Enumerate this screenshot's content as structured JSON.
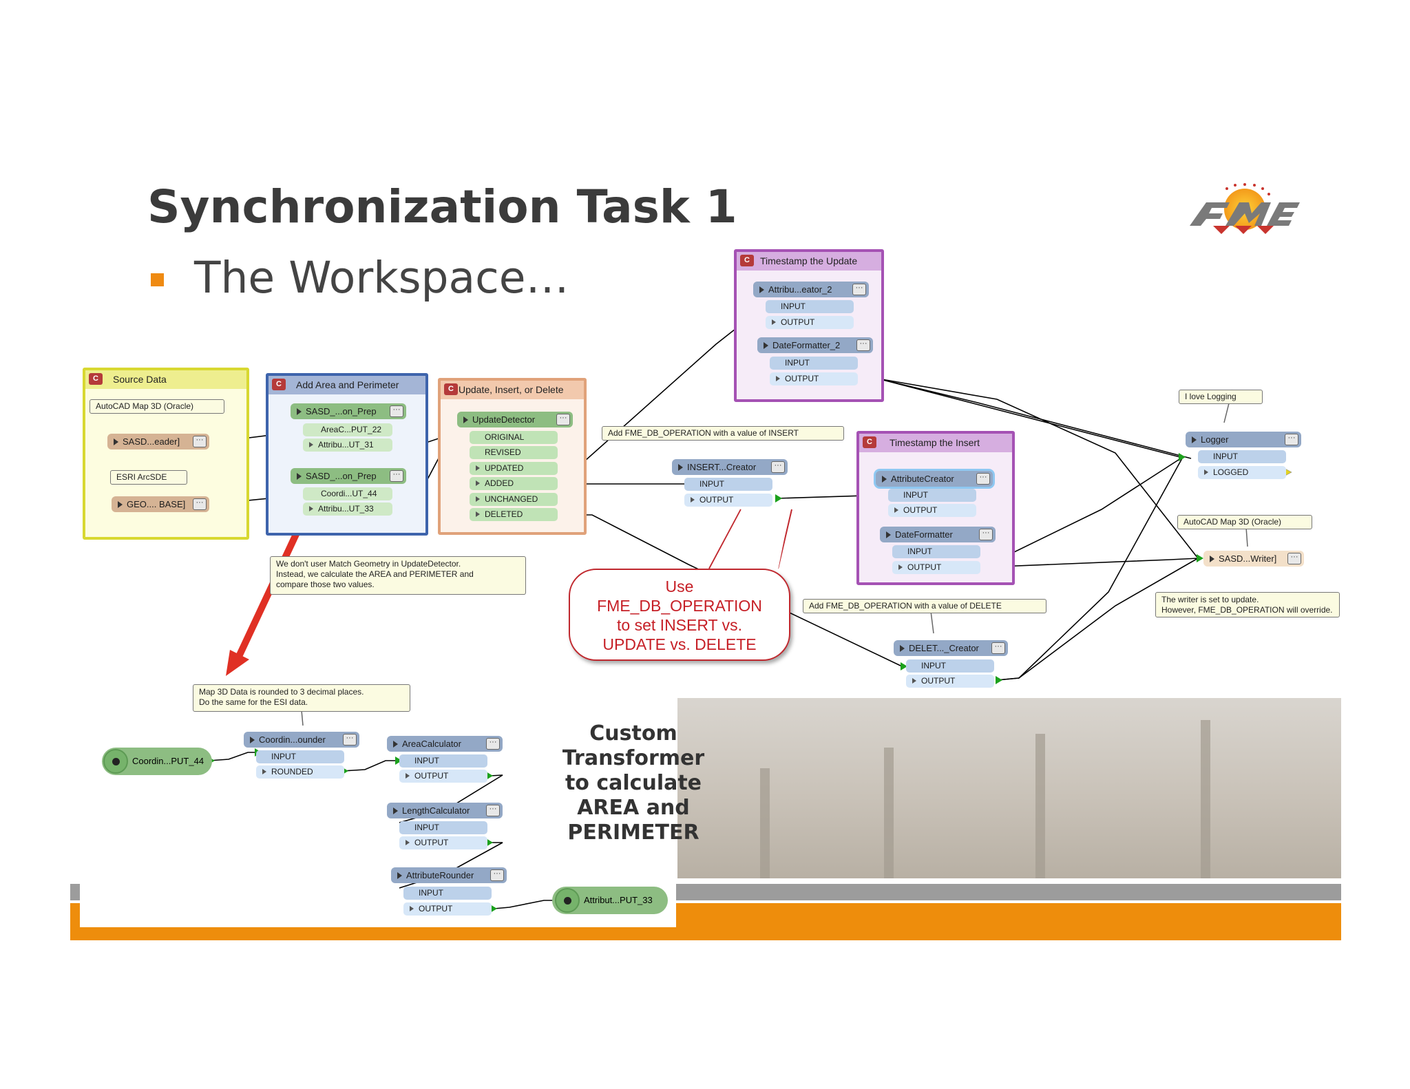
{
  "slide": {
    "title": "Synchronization Task 1",
    "bullet": "The Workspace…",
    "colors": {
      "accent_orange": "#ee8d0c",
      "callout_red": "#c61f26"
    }
  },
  "logo": {
    "text": "FME",
    "icon": "fme-logo-icon"
  },
  "bookmarks": {
    "source": "Source Data",
    "area": "Add Area and Perimeter",
    "update": "Update, Insert, or Delete",
    "ts_update": "Timestamp the Update",
    "ts_insert": "Timestamp the Insert"
  },
  "readers": {
    "oracle_label": "AutoCAD Map 3D (Oracle)",
    "oracle_node": "SASD...eader]",
    "sde_label": "ESRI ArcSDE",
    "sde_node": "GEO.... BASE]"
  },
  "area_transformers": {
    "t1": "SASD_...on_Prep",
    "t1_p1": "AreaC...PUT_22",
    "t1_p2": "Attribu...UT_31",
    "t2": "SASD_...on_Prep",
    "t2_p1": "Coordi...UT_44",
    "t2_p2": "Attribu...UT_33"
  },
  "update_detector": {
    "name": "UpdateDetector",
    "ports": [
      "ORIGINAL",
      "REVISED",
      "UPDATED",
      "ADDED",
      "UNCHANGED",
      "DELETED"
    ]
  },
  "ts_update_nodes": {
    "a": "Attribu...eator_2",
    "b": "DateFormatter_2",
    "input": "INPUT",
    "output": "OUTPUT"
  },
  "insert_creator": {
    "note": "Add FME_DB_OPERATION with a value of INSERT",
    "name": "INSERT...Creator",
    "input": "INPUT",
    "output": "OUTPUT"
  },
  "ts_insert_nodes": {
    "a": "AttributeCreator",
    "b": "DateFormatter",
    "input": "INPUT",
    "output": "OUTPUT"
  },
  "delete_creator": {
    "note": "Add FME_DB_OPERATION with a value of DELETE",
    "name": "DELET..._Creator",
    "input": "INPUT",
    "output": "OUTPUT"
  },
  "logger": {
    "note": "I love Logging",
    "name": "Logger",
    "input": "INPUT",
    "logged": "LOGGED"
  },
  "writer": {
    "label": "AutoCAD Map 3D (Oracle)",
    "name": "SASD...Writer]",
    "note_line1": "The writer is set to update.",
    "note_line2": "However, FME_DB_OPERATION will override."
  },
  "notes": {
    "match_line1": "We don't user Match Geometry in UpdateDetector.",
    "match_line2": "Instead, we calculate the AREA and PERIMETER and",
    "match_line3": "compare those two values.",
    "round_line1": "Map 3D Data is rounded to 3 decimal places.",
    "round_line2": "Do the same for the ESI data."
  },
  "callout": {
    "line1": "Use",
    "line2": "FME_DB_OPERATION",
    "line3": "to set INSERT vs.",
    "line4": "UPDATE vs. DELETE"
  },
  "custom_text": {
    "line1": "Custom",
    "line2": "Transformer",
    "line3": "to calculate",
    "line4": "AREA and",
    "line5": "PERIMETER"
  },
  "custom_transformer": {
    "input_terminal": "Coordin...PUT_44",
    "rounder": "Coordin...ounder",
    "rounder_in": "INPUT",
    "rounder_out": "ROUNDED",
    "area": "AreaCalculator",
    "length": "LengthCalculator",
    "attr_rounder": "AttributeRounder",
    "input": "INPUT",
    "output": "OUTPUT",
    "output_terminal": "Attribut...PUT_33"
  }
}
